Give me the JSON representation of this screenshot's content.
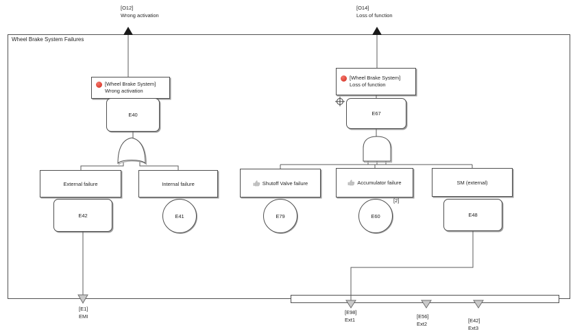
{
  "title": "Wheel Brake System Failures",
  "colors": {
    "line": "#5a5a5a",
    "marker_red": "#df4437",
    "triangle_black": "#1a1a1a",
    "triangle_gray": "#c9c9c9"
  },
  "top_events": [
    {
      "id": "[O12]",
      "name": "Wrong activation"
    },
    {
      "id": "[O14]",
      "name": "Loss of function"
    }
  ],
  "gates": {
    "wrong_activation": "OR",
    "loss_of_function": "AND"
  },
  "events": {
    "wrong_activation": {
      "scope": "[Wheel Brake System]",
      "name": "Wrong activation",
      "code": "E40"
    },
    "loss_of_function": {
      "scope": "[Wheel Brake System]",
      "name": "Loss of function",
      "code": "E67"
    },
    "external_failure": {
      "name": "External failure",
      "code": "E42"
    },
    "internal_failure": {
      "name": "Internal failure",
      "code": "E41"
    },
    "shutoff_valve": {
      "name": "Shutoff Valve failure",
      "code": "E79"
    },
    "accumulator": {
      "name": "Accumulator failure",
      "code": "E60",
      "badge": "[2]"
    },
    "sm_external": {
      "name": "SM (external)",
      "code": "E48"
    }
  },
  "bottom_externals": [
    {
      "id": "[E1]",
      "name": "EMI"
    },
    {
      "id": "[E98]",
      "name": "Ext1"
    },
    {
      "id": "[E56]",
      "name": "Ext2"
    },
    {
      "id": "[E42]",
      "name": "Ext3"
    }
  ]
}
